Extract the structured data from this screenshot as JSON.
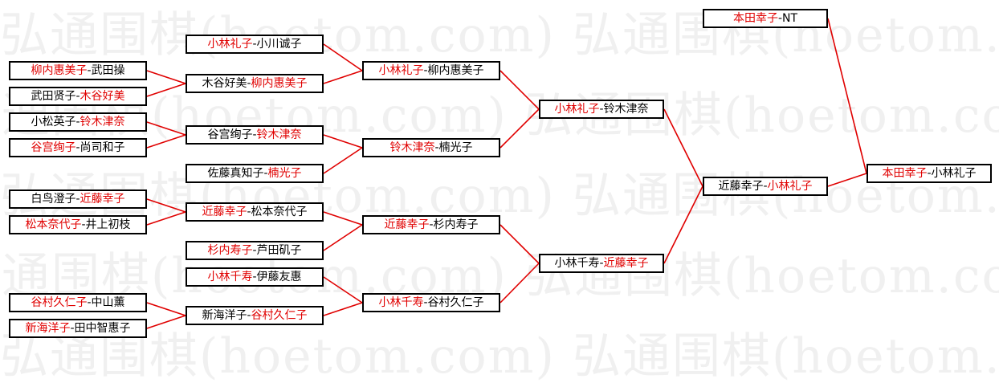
{
  "watermark": "弘通围棋(hoetom.com)",
  "colors": {
    "winner": "#e00000",
    "line": "#e00000",
    "border": "#000000"
  },
  "matches": [
    {
      "id": "r1m1",
      "a": "柳内惠美子",
      "b": "武田操",
      "winner": "a"
    },
    {
      "id": "r1m2",
      "a": "武田贤子",
      "b": "木谷好美",
      "winner": "b"
    },
    {
      "id": "r1m3",
      "a": "小松英子",
      "b": "铃木津奈",
      "winner": "b"
    },
    {
      "id": "r1m4",
      "a": "谷宫绚子",
      "b": "尚司和子",
      "winner": "a"
    },
    {
      "id": "r1m5",
      "a": "白鸟澄子",
      "b": "近藤幸子",
      "winner": "b"
    },
    {
      "id": "r1m6",
      "a": "松本奈代子",
      "b": "井上初枝",
      "winner": "a"
    },
    {
      "id": "r1m7",
      "a": "谷村久仁子",
      "b": "中山薰",
      "winner": "a"
    },
    {
      "id": "r1m8",
      "a": "新海洋子",
      "b": "田中智惠子",
      "winner": "a"
    },
    {
      "id": "r2m1",
      "a": "小林礼子",
      "b": "小川诚子",
      "winner": "a"
    },
    {
      "id": "r2m2",
      "a": "木谷好美",
      "b": "柳内惠美子",
      "winner": "b"
    },
    {
      "id": "r2m3",
      "a": "谷宫绚子",
      "b": "铃木津奈",
      "winner": "b"
    },
    {
      "id": "r2m4",
      "a": "佐藤真知子",
      "b": "楠光子",
      "winner": "b"
    },
    {
      "id": "r2m5",
      "a": "近藤幸子",
      "b": "松本奈代子",
      "winner": "a"
    },
    {
      "id": "r2m6",
      "a": "杉内寿子",
      "b": "芦田矶子",
      "winner": "a"
    },
    {
      "id": "r2m7",
      "a": "小林千寿",
      "b": "伊藤友惠",
      "winner": "a"
    },
    {
      "id": "r2m8",
      "a": "新海洋子",
      "b": "谷村久仁子",
      "winner": "b"
    },
    {
      "id": "r3m1",
      "a": "小林礼子",
      "b": "柳内惠美子",
      "winner": "a"
    },
    {
      "id": "r3m2",
      "a": "铃木津奈",
      "b": "楠光子",
      "winner": "a"
    },
    {
      "id": "r3m3",
      "a": "近藤幸子",
      "b": "杉内寿子",
      "winner": "a"
    },
    {
      "id": "r3m4",
      "a": "小林千寿",
      "b": "谷村久仁子",
      "winner": "a"
    },
    {
      "id": "r4m1",
      "a": "小林礼子",
      "b": "铃木津奈",
      "winner": "a"
    },
    {
      "id": "r4m2",
      "a": "小林千寿",
      "b": "近藤幸子",
      "winner": "b"
    },
    {
      "id": "r5m1",
      "a": "近藤幸子",
      "b": "小林礼子",
      "winner": "b"
    },
    {
      "id": "r6m1",
      "a": "本田幸子",
      "b": "NT",
      "winner": "a"
    },
    {
      "id": "final",
      "a": "本田幸子",
      "b": "小林礼子",
      "winner": "a"
    }
  ],
  "links": [
    [
      "r1m1",
      "r2m2"
    ],
    [
      "r1m2",
      "r2m2"
    ],
    [
      "r1m3",
      "r2m3"
    ],
    [
      "r1m4",
      "r2m3"
    ],
    [
      "r1m5",
      "r2m5"
    ],
    [
      "r1m6",
      "r2m5"
    ],
    [
      "r1m7",
      "r2m8"
    ],
    [
      "r1m8",
      "r2m8"
    ],
    [
      "r2m1",
      "r3m1"
    ],
    [
      "r2m2",
      "r3m1"
    ],
    [
      "r2m3",
      "r3m2"
    ],
    [
      "r2m4",
      "r3m2"
    ],
    [
      "r2m5",
      "r3m3"
    ],
    [
      "r2m6",
      "r3m3"
    ],
    [
      "r2m7",
      "r3m4"
    ],
    [
      "r2m8",
      "r3m4"
    ],
    [
      "r3m1",
      "r4m1"
    ],
    [
      "r3m2",
      "r4m1"
    ],
    [
      "r3m3",
      "r4m2"
    ],
    [
      "r3m4",
      "r4m2"
    ],
    [
      "r4m1",
      "r5m1"
    ],
    [
      "r4m2",
      "r5m1"
    ],
    [
      "r5m1",
      "final"
    ],
    [
      "r6m1",
      "final"
    ]
  ]
}
